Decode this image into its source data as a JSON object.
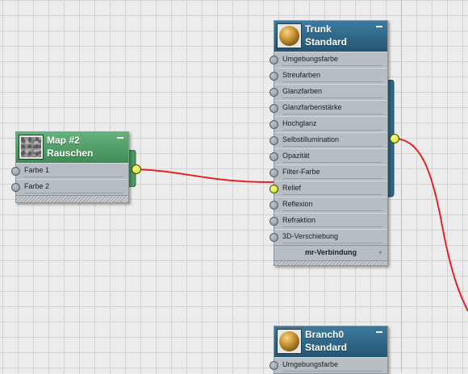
{
  "colors": {
    "standard_header": "#2f6889",
    "map_header": "#4c9a63",
    "wire": "#e8202a",
    "socket_active": "#d9f000"
  },
  "trunk_node": {
    "thumbnail": "wood-material-sphere",
    "title": "Trunk",
    "subtitle": "Standard",
    "slots": [
      {
        "label": "Umgebungsfarbe",
        "connected": false
      },
      {
        "label": "Streufarben",
        "connected": false
      },
      {
        "label": "Glanzfarben",
        "connected": false
      },
      {
        "label": "Glanzfarbenstärke",
        "connected": false
      },
      {
        "label": "Hochglanz",
        "connected": false
      },
      {
        "label": "Selbstillumination",
        "connected": false
      },
      {
        "label": "Opazität",
        "connected": false
      },
      {
        "label": "Filter-Farbe",
        "connected": false
      },
      {
        "label": "Relief",
        "connected": true
      },
      {
        "label": "Reflexion",
        "connected": false
      },
      {
        "label": "Refraktion",
        "connected": false
      },
      {
        "label": "3D-Verschiebung",
        "connected": false
      }
    ],
    "footer": "mr-Verbindung",
    "footer_icon": "+"
  },
  "map_node": {
    "thumbnail": "noise-texture",
    "title": "Map #2",
    "subtitle": "Rauschen",
    "slots": [
      {
        "label": "Farbe 1",
        "connected": false
      },
      {
        "label": "Farbe 2",
        "connected": false
      }
    ]
  },
  "branch_node": {
    "thumbnail": "wood-material-sphere",
    "title": "Branch0",
    "subtitle": "Standard",
    "slots": [
      {
        "label": "Umgebungsfarbe",
        "connected": false
      }
    ]
  }
}
